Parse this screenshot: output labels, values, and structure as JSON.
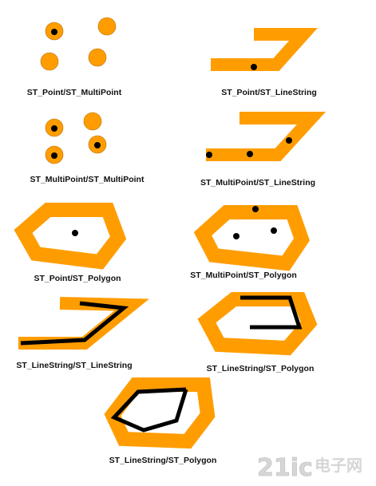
{
  "colors": {
    "geometry_fill": "#ff9d00",
    "geometry_stroke": "#b86a00",
    "ink": "#000000",
    "watermark": "#c7c7c7"
  },
  "panels": [
    {
      "id": "p1",
      "caption": "ST_Point/ST_MultiPoint"
    },
    {
      "id": "p2",
      "caption": "ST_Point/ST_LineString"
    },
    {
      "id": "p3",
      "caption": "ST_MultiPoint/ST_MultiPoint"
    },
    {
      "id": "p4",
      "caption": "ST_MultiPoint/ST_LineString"
    },
    {
      "id": "p5",
      "caption": "ST_Point/ST_Polygon"
    },
    {
      "id": "p6",
      "caption": "ST_MultiPoint/ST_Polygon"
    },
    {
      "id": "p7",
      "caption": "ST_LineString/ST_LineString"
    },
    {
      "id": "p8",
      "caption": "ST_LineString/ST_Polygon"
    },
    {
      "id": "p9",
      "caption": "ST_LineString/ST_Polygon"
    }
  ],
  "watermark": {
    "logo_text": "21ic",
    "cn_text": "电子网"
  }
}
